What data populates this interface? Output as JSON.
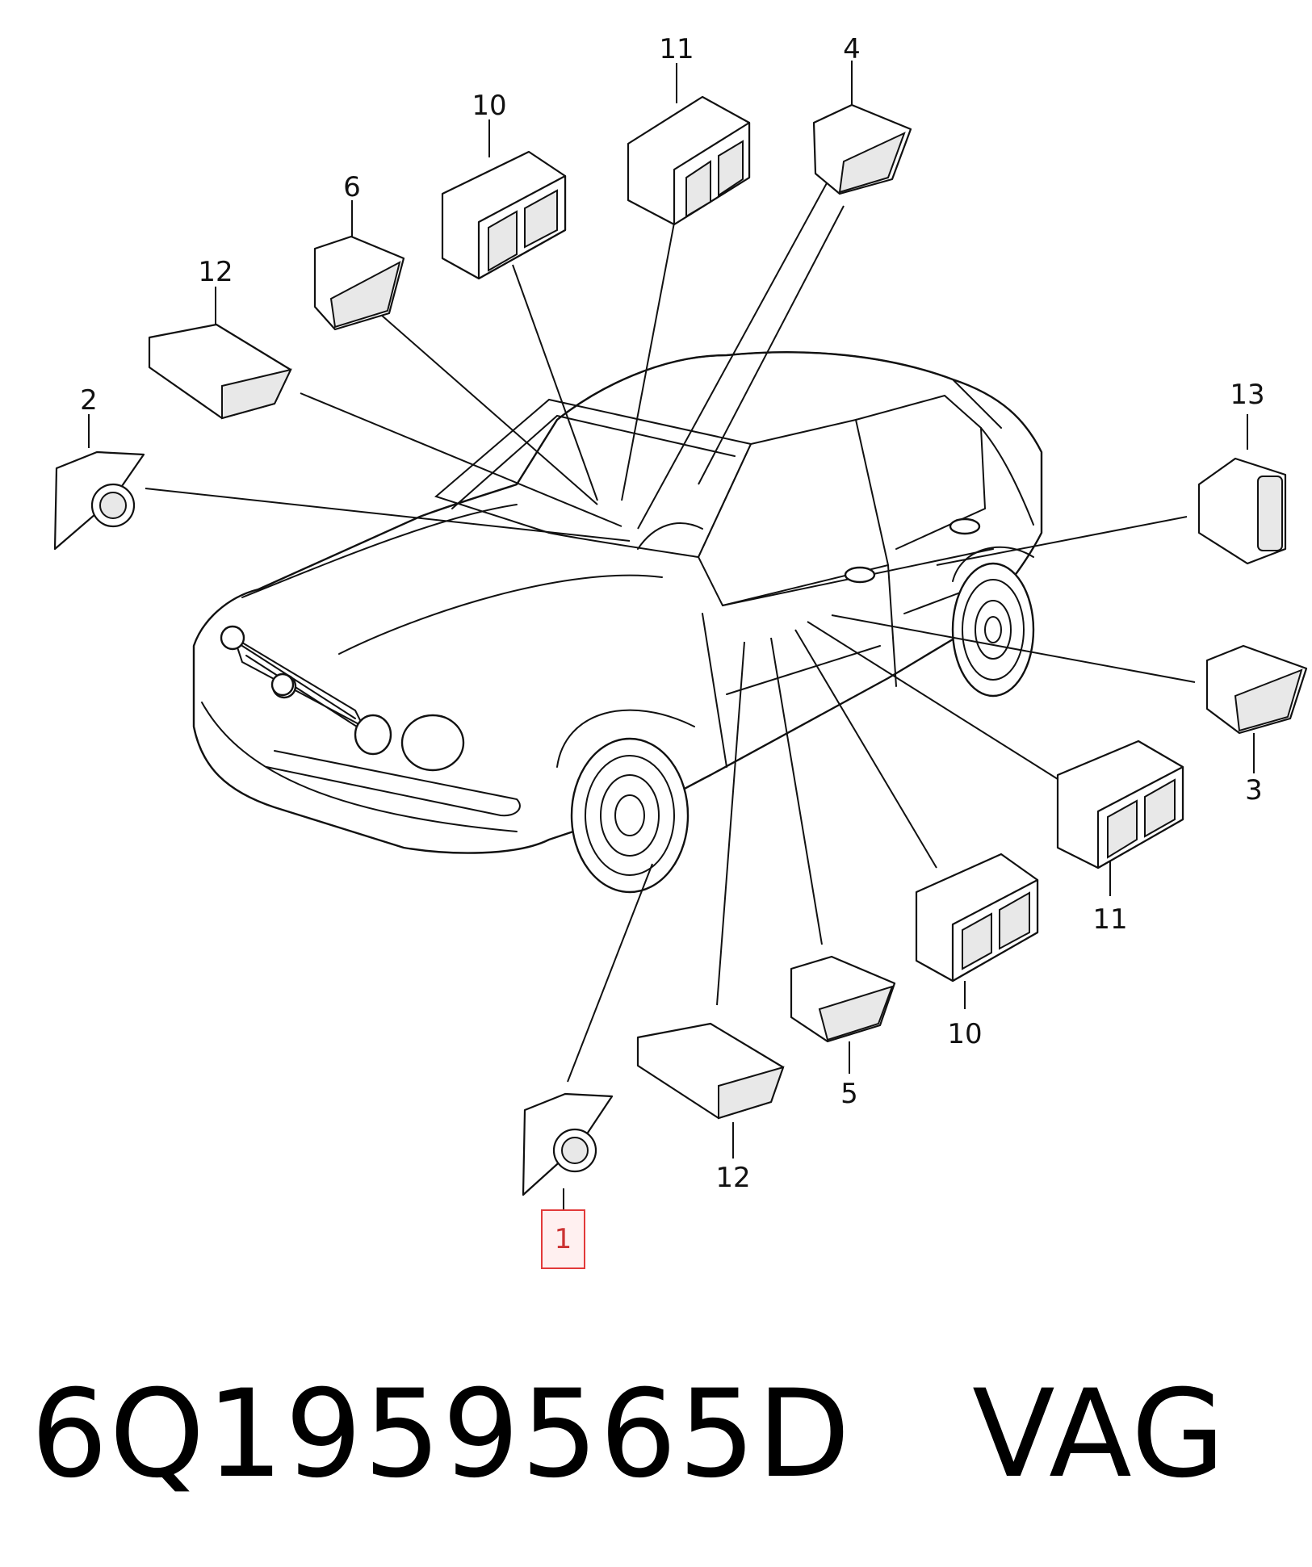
{
  "callouts": {
    "c1": "1",
    "c2": "2",
    "c3": "3",
    "c4": "4",
    "c5": "5",
    "c6": "6",
    "c10a": "10",
    "c10b": "10",
    "c11a": "11",
    "c11b": "11",
    "c12a": "12",
    "c12b": "12",
    "c13": "13"
  },
  "highlight": {
    "label": "1",
    "color": "#e23a3a"
  },
  "footer": {
    "part_number": "6Q1959565D",
    "brand": "VAG"
  }
}
